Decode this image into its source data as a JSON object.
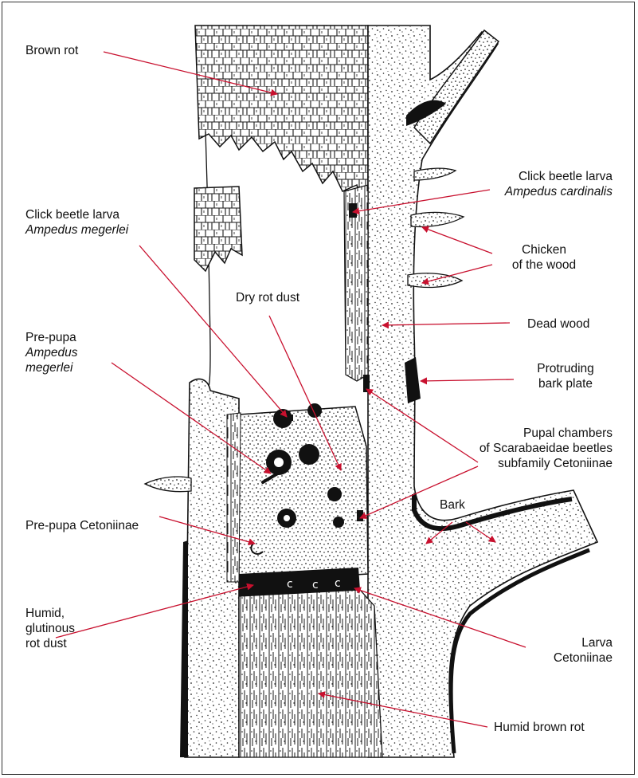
{
  "labels": {
    "brown_rot": "Brown rot",
    "click_beetle_megerlei": {
      "line1": "Click beetle larva",
      "line2": "Ampedus megerlei"
    },
    "dry_rot_dust": "Dry rot dust",
    "prepupa_ampedus": {
      "line1": "Pre-pupa",
      "line2": "Ampedus",
      "line3": "megerlei"
    },
    "prepupa_cetoniinae": "Pre-pupa Cetoniinae",
    "humid_glutinous": {
      "line1": "Humid,",
      "line2": "glutinous",
      "line3": "rot dust"
    },
    "click_beetle_cardinalis": {
      "line1": "Click beetle larva",
      "line2": "Ampedus cardinalis"
    },
    "chicken_of_wood": {
      "line1": "Chicken",
      "line2": "of the wood"
    },
    "dead_wood": "Dead wood",
    "protruding_bark": {
      "line1": "Protruding",
      "line2": "bark plate"
    },
    "pupal_chambers": {
      "line1": "Pupal chambers",
      "line2": "of Scarabaeidae beetles",
      "line3": "subfamily Cetoniinae"
    },
    "bark": "Bark",
    "larva_cetoniinae": {
      "line1": "Larva",
      "line2": "Cetoniinae"
    },
    "humid_brown_rot": "Humid brown rot"
  },
  "colors": {
    "arrow": "#c8102e",
    "ink": "#111111"
  }
}
